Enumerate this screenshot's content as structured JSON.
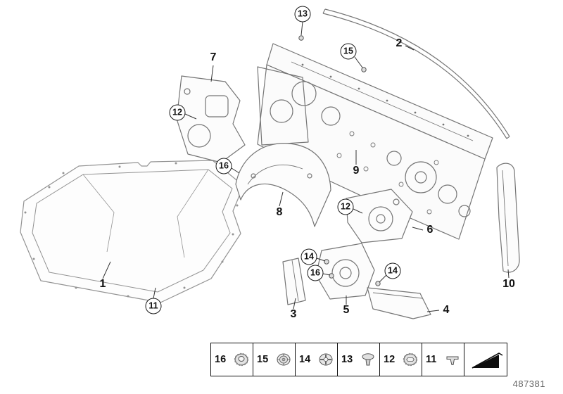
{
  "part_number": "487381",
  "callouts": [
    {
      "label": "1",
      "style": "plain"
    },
    {
      "label": "2",
      "style": "plain"
    },
    {
      "label": "3",
      "style": "plain"
    },
    {
      "label": "4",
      "style": "plain"
    },
    {
      "label": "5",
      "style": "plain"
    },
    {
      "label": "6",
      "style": "plain"
    },
    {
      "label": "7",
      "style": "plain"
    },
    {
      "label": "8",
      "style": "plain"
    },
    {
      "label": "9",
      "style": "plain"
    },
    {
      "label": "10",
      "style": "plain"
    },
    {
      "label": "11",
      "style": "circled"
    },
    {
      "label": "12",
      "style": "circled"
    },
    {
      "label": "12",
      "style": "circled"
    },
    {
      "label": "13",
      "style": "circled"
    },
    {
      "label": "14",
      "style": "circled"
    },
    {
      "label": "14",
      "style": "circled"
    },
    {
      "label": "15",
      "style": "circled"
    },
    {
      "label": "16",
      "style": "circled"
    },
    {
      "label": "16",
      "style": "circled"
    }
  ],
  "legend": {
    "cells": [
      {
        "label": "16",
        "icon": "serrated-nut-icon"
      },
      {
        "label": "15",
        "icon": "washer-clip-icon"
      },
      {
        "label": "14",
        "icon": "plastic-nut-icon"
      },
      {
        "label": "13",
        "icon": "expanding-rivet-icon"
      },
      {
        "label": "12",
        "icon": "serrated-nut-icon"
      },
      {
        "label": "11",
        "icon": "expanding-rivet-icon"
      }
    ],
    "wedge": {
      "icon": "wedge-icon"
    }
  }
}
